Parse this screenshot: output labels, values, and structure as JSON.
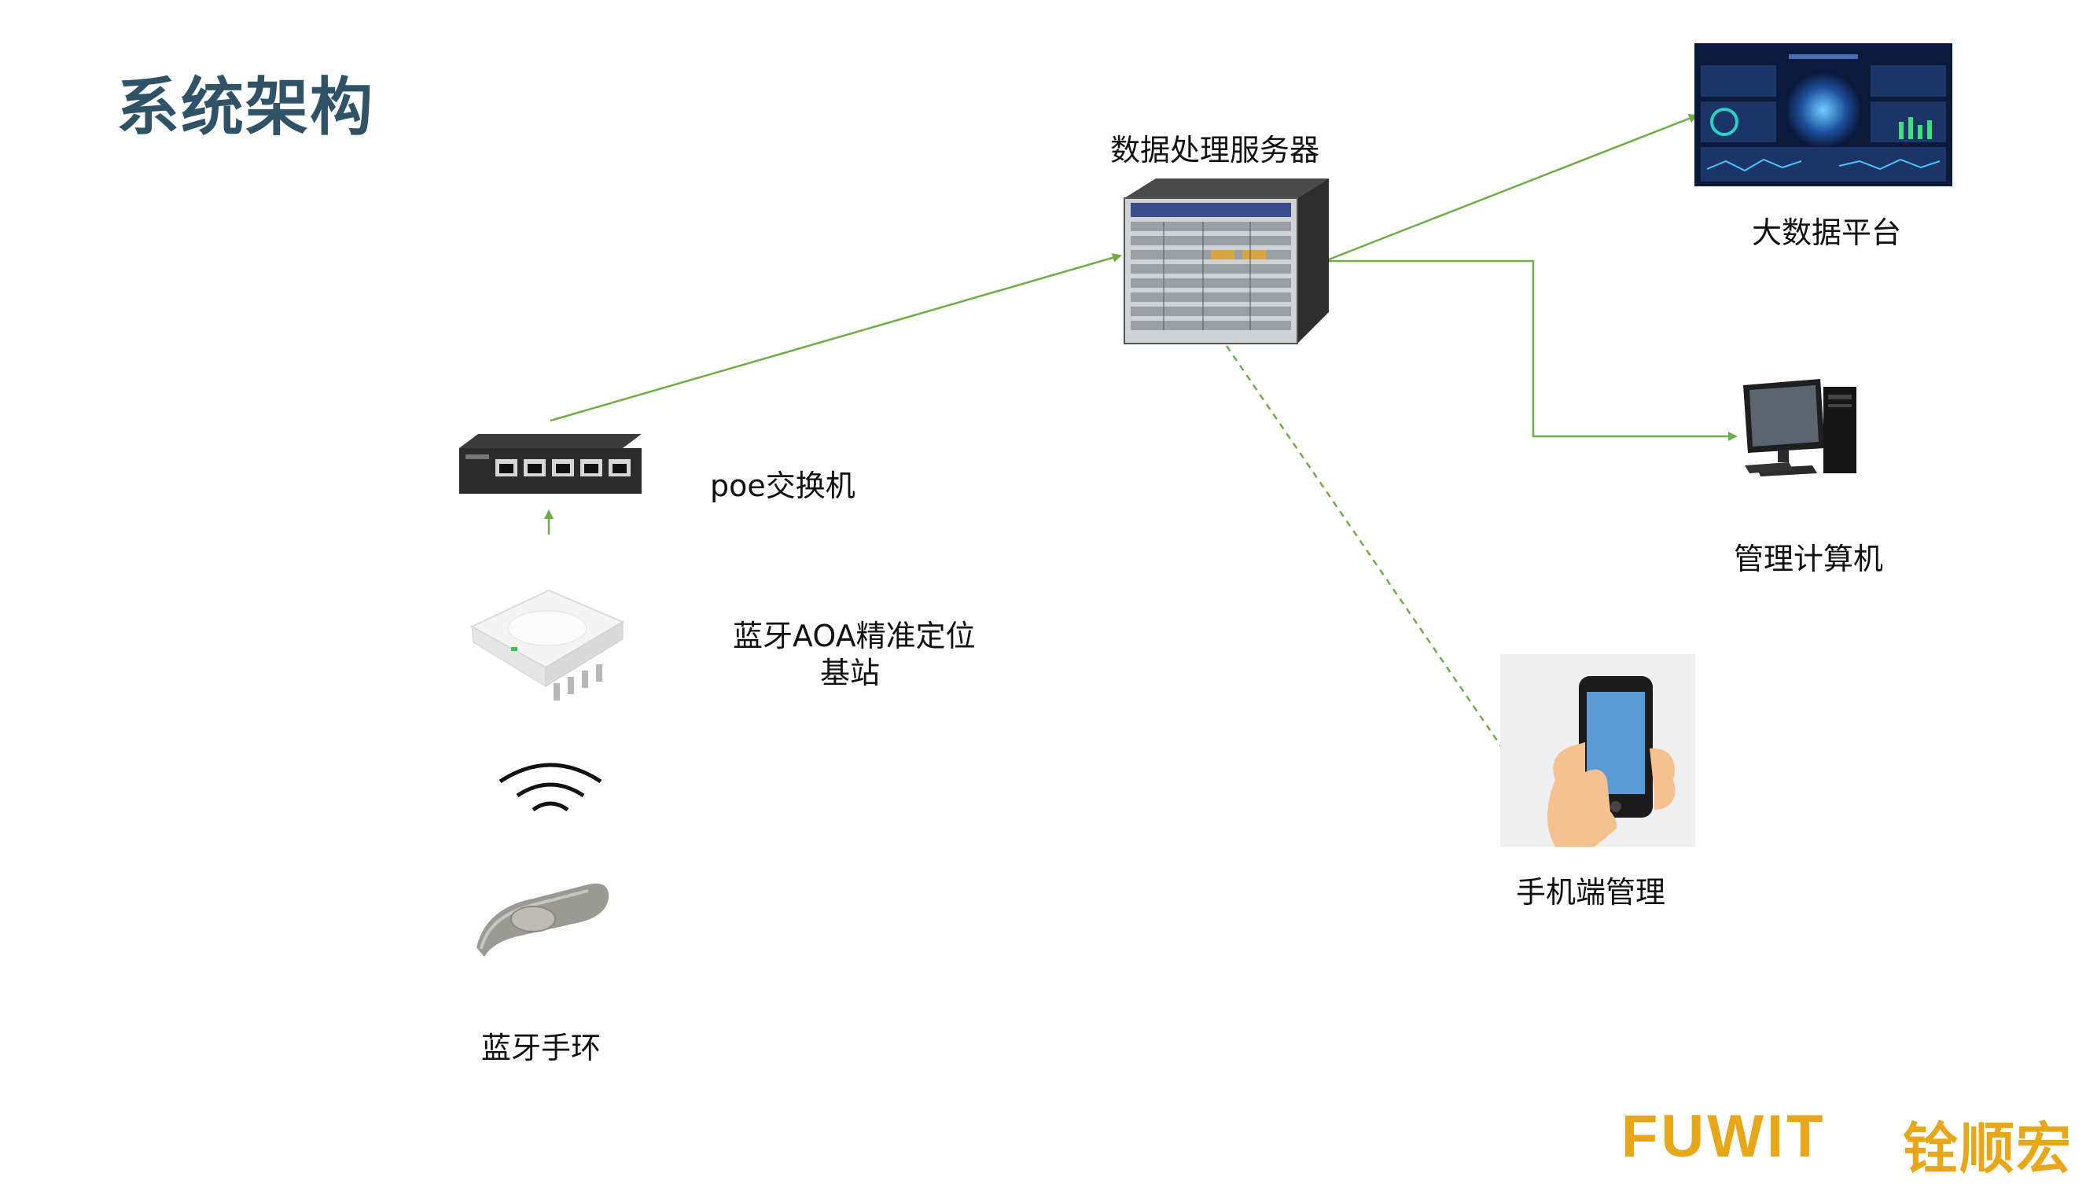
{
  "title": "系统架构",
  "nodes": {
    "server": "数据处理服务器",
    "bigdata": "大数据平台",
    "management_pc": "管理计算机",
    "poe_switch": "poe交换机",
    "base_station_line1": "蓝牙AOA精准定位",
    "base_station_line2": "基站",
    "mobile": "手机端管理",
    "bracelet": "蓝牙手环"
  },
  "logo": {
    "latin": "FUWIT",
    "chinese": "铨顺宏",
    "color": "#e8a619"
  },
  "colors": {
    "title": "#2f5267",
    "arrow": "#70ad47"
  }
}
